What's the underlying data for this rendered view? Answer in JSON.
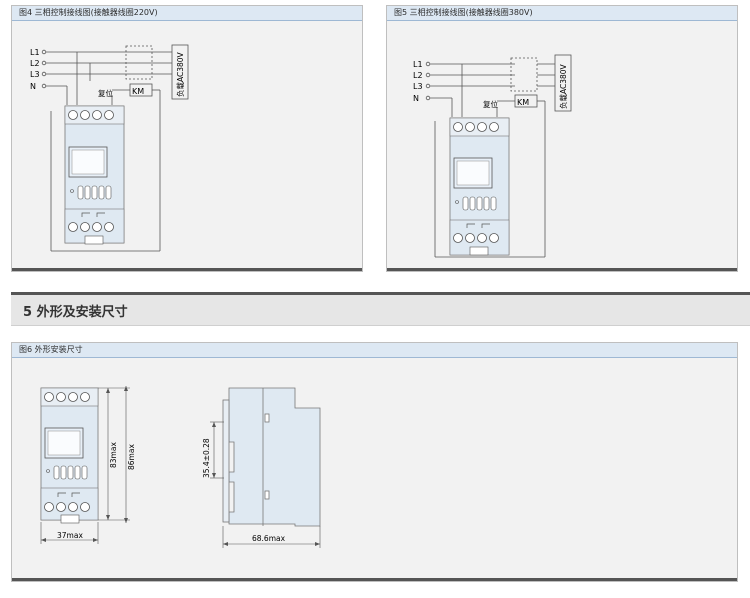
{
  "figures": [
    {
      "caption": "图4 三相控制接线图(接触器线圈220V)",
      "lines": [
        "L1",
        "L2",
        "L3",
        "N"
      ],
      "reset_label": "复位",
      "contactor_label": "KM",
      "load_label": "负载AC380V"
    },
    {
      "caption": "图5 三相控制接线图(接触器线圈380V)",
      "lines": [
        "L1",
        "L2",
        "L3",
        "N"
      ],
      "reset_label": "复位",
      "contactor_label": "KM",
      "load_label": "负载AC380V"
    }
  ],
  "section": {
    "title": "5 外形及安装尺寸"
  },
  "dimension_figure": {
    "caption": "图6 外形安装尺寸",
    "height_inner": "83max",
    "height_outer": "86max",
    "width_front": "37max",
    "rail_height": "35.4±0.28",
    "depth": "68.6max"
  }
}
